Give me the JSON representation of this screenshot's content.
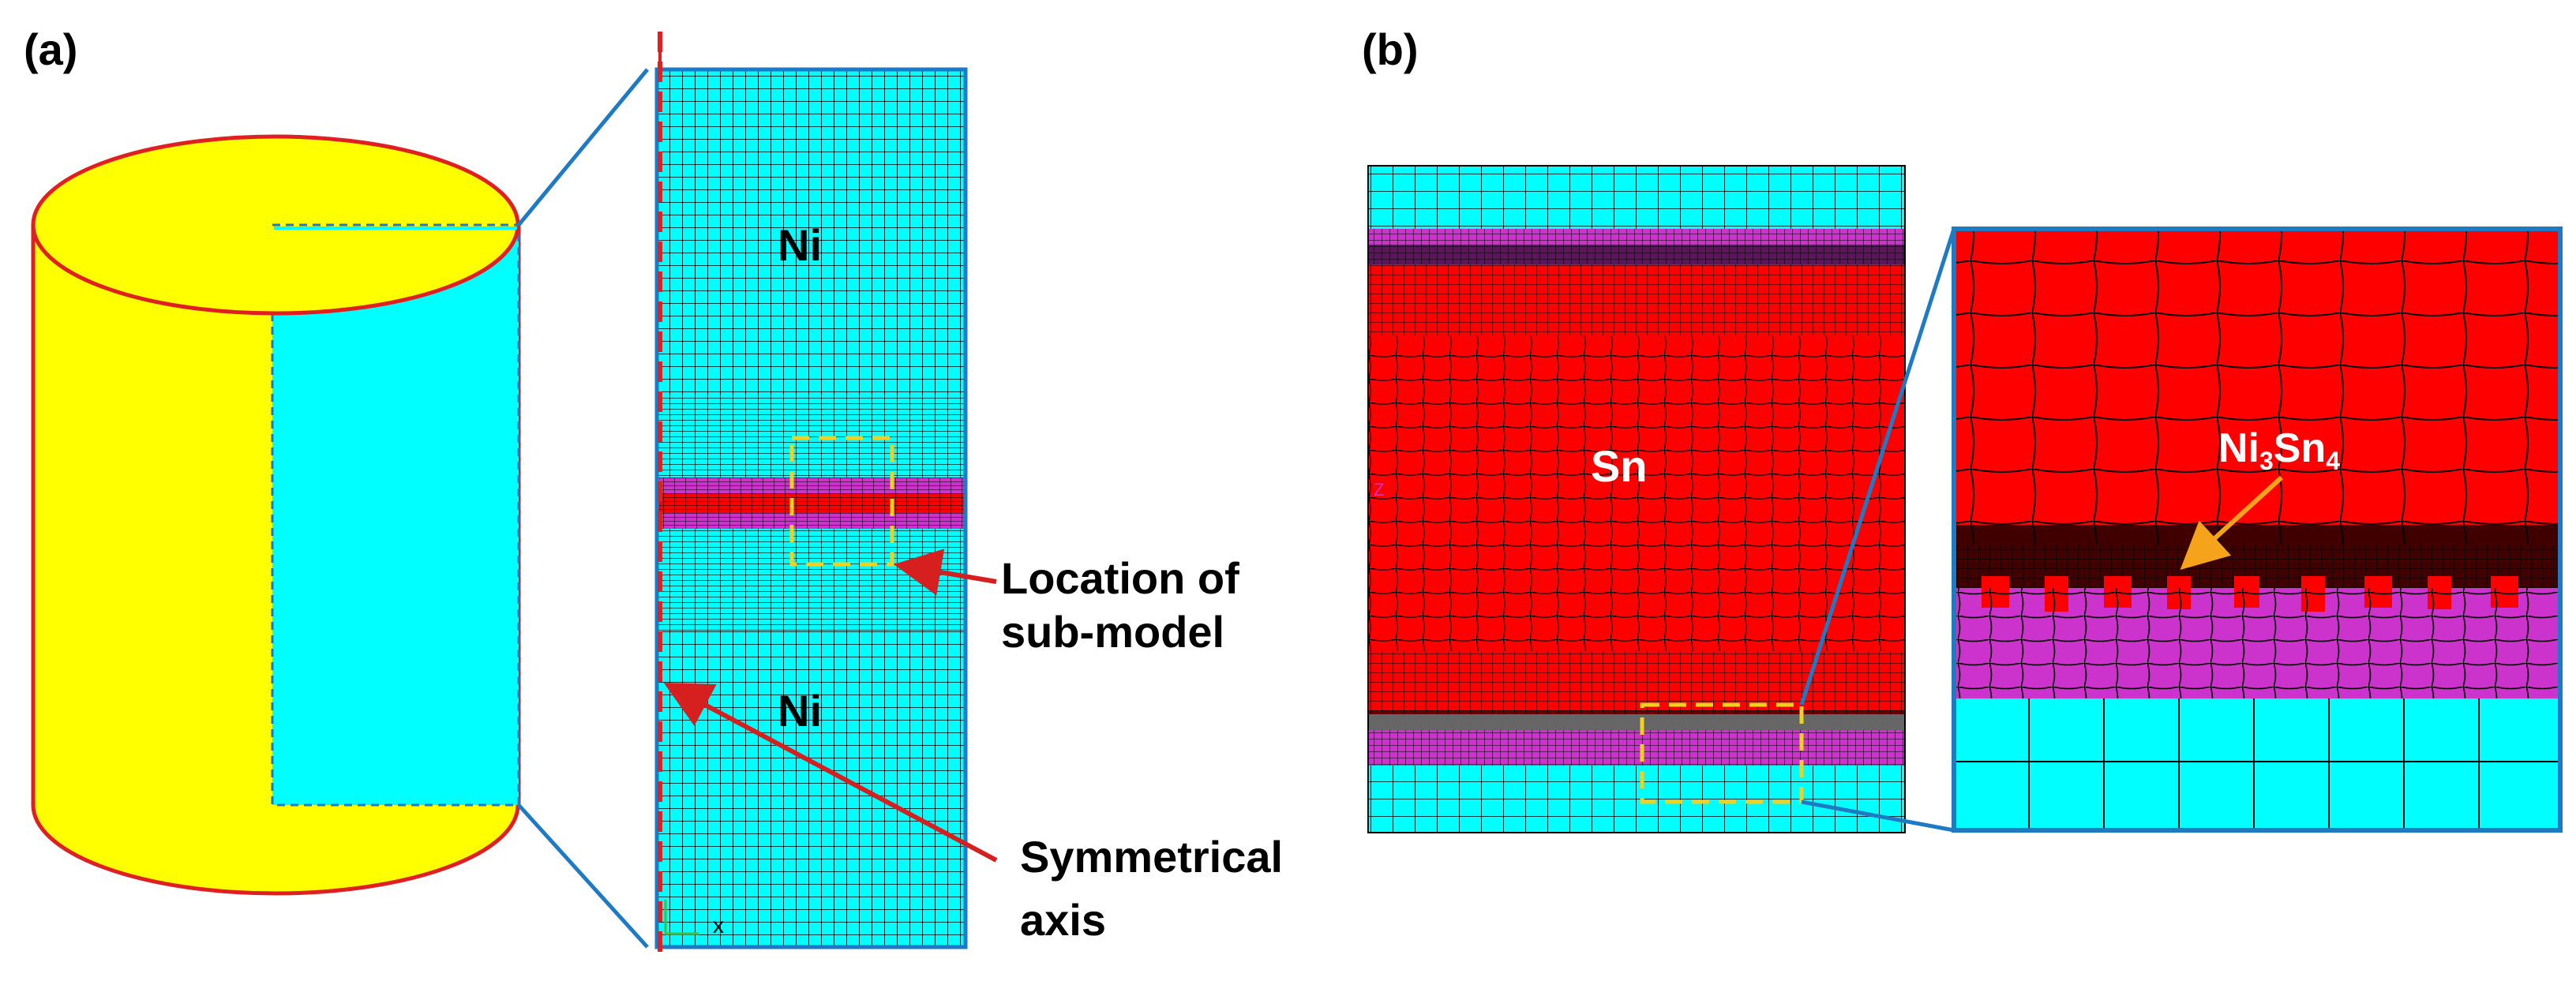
{
  "panel_a": {
    "label": "(a)",
    "region_top": "Ni",
    "region_bottom": "Ni",
    "annotation_submodel_line1": "Location of",
    "annotation_submodel_line2": "sub-model",
    "annotation_axis_line1": "Symmetrical",
    "annotation_axis_line2": "axis",
    "axis_marker_x": "x"
  },
  "panel_b": {
    "label": "(b)",
    "region_center": "Sn",
    "imc_label": {
      "ni": "Ni",
      "ni_sub": "3",
      "sn": "Sn",
      "sn_sub": "4"
    },
    "side_marker": "Z"
  },
  "colors": {
    "nickel_mesh": "#00FFFF",
    "tin_mesh": "#FF0000",
    "imc_mesh": "#CC33CC",
    "cylinder_fill": "#FFFF00",
    "outline_blue": "#1F7AC4",
    "axis_red": "#E02020",
    "box_yellow": "#F0D020",
    "arrow_red": "#D62020",
    "arrow_orange": "#F5A31A"
  }
}
